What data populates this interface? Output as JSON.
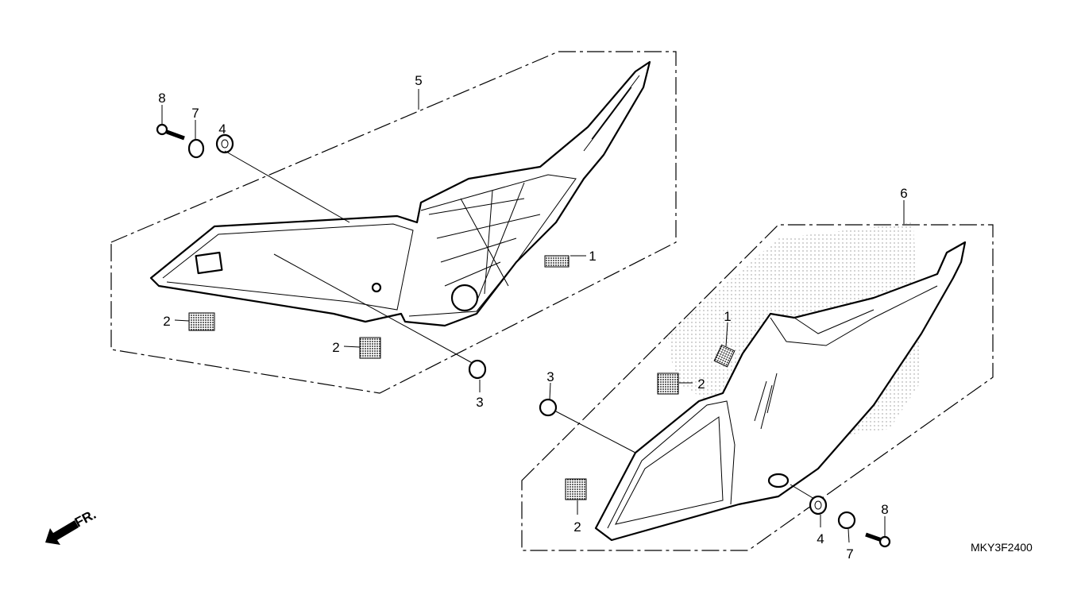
{
  "diagram": {
    "code": "MKY3F2400",
    "front_indicator": "FR.",
    "left_assembly": {
      "assembly_label": "5",
      "callouts": [
        "8",
        "7",
        "4",
        "1",
        "2",
        "2",
        "3"
      ]
    },
    "right_assembly": {
      "assembly_label": "6",
      "callouts": [
        "1",
        "2",
        "3",
        "2",
        "4",
        "7",
        "8"
      ]
    }
  }
}
